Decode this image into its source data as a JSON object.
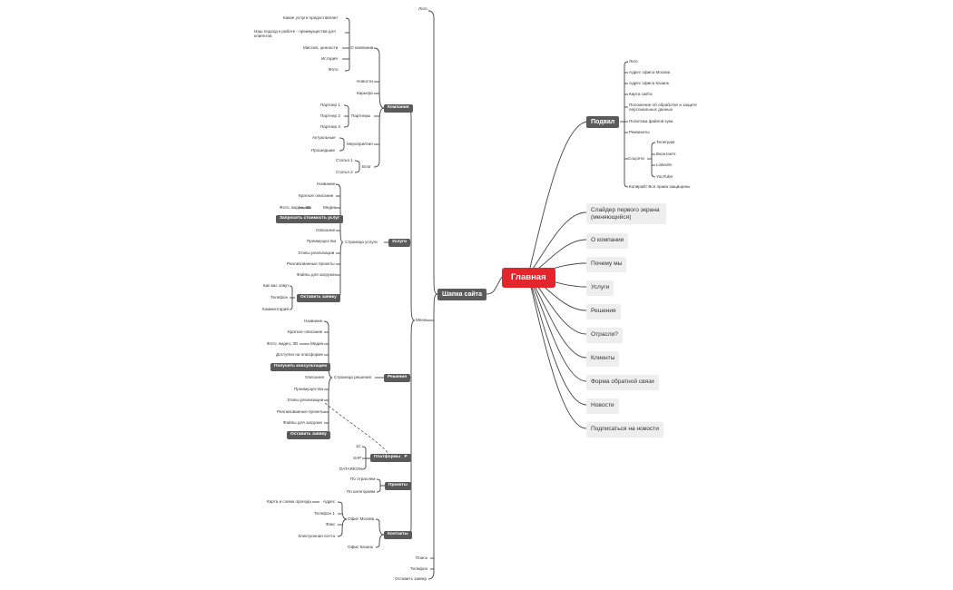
{
  "root": "Главная",
  "header": {
    "label": "Шапка сайта",
    "items": {
      "logo": "Лого",
      "menu": "Меню",
      "search": "Поиск",
      "phone": "Телефон",
      "leave_request": "Оставить заявку"
    },
    "company": {
      "label": "Компания",
      "about": {
        "label": "О компании",
        "items": [
          "Какие услуги предоставляет",
          "Наш подход к работе - преимущества для клиентов",
          "Миссия, ценности",
          "История",
          "Фото"
        ]
      },
      "news": "Новости",
      "career": "Карьера",
      "partners": {
        "label": "Партнеры",
        "items": [
          "Партнер 1",
          "Партнер 2",
          "Партнер 3"
        ]
      },
      "events": {
        "label": "Мероприятия",
        "items": [
          "Актуальные",
          "Прошедшие"
        ]
      },
      "blog": {
        "label": "Блог",
        "items": [
          "Статья 1",
          "Статья 2"
        ]
      }
    },
    "services": {
      "label": "Услуги",
      "page": {
        "label": "Страница услуги",
        "name": "Название",
        "short": "Краткое описание",
        "media": "Медиа",
        "media_sub": "Фото, видео, 3D",
        "cta": "Запросить стоимость услуг",
        "desc": "Описание",
        "adv": "Преимущества",
        "stages": "Этапы реализации",
        "projects": "Реализованные проекты",
        "files": "Файлы для загрузки",
        "request": {
          "label": "Оставить заявку",
          "items": [
            "Как вас зовут",
            "Телефон",
            "Комментарий"
          ]
        }
      }
    },
    "solutions": {
      "label": "Решения",
      "page": {
        "label": "Страница решения",
        "name": "Название",
        "short": "Краткое описание",
        "media": "Медиа",
        "media_sub": "Фото, видео, 3D",
        "platform": "Доступно на платформе",
        "consult": "Получить консультацию",
        "desc": "Описание",
        "adv": "Преимущества",
        "stages": "Этапы реализации",
        "projects": "Реализованные проекты",
        "files": "Файлы для загрузки",
        "request": "Оставить заявку"
      }
    },
    "platforms": {
      "label": "Платформы",
      "marker": "P",
      "items": [
        "1С",
        "SAP",
        "DATAREON"
      ]
    },
    "projects": {
      "label": "Проекты",
      "items": [
        "По отраслям",
        "По категориям"
      ]
    },
    "contacts": {
      "label": "Контакты",
      "moscow": {
        "label": "Офис Москва",
        "address": "Адрес",
        "map": "Карта и схема проезда",
        "items": [
          "Телефон 1",
          "Факс",
          "Электронная почта"
        ]
      },
      "kazan": "Офис Казань"
    }
  },
  "footer": {
    "label": "Подвал",
    "items": [
      "Лого",
      "Адрес офиса Москва",
      "Адрес офиса Казань",
      "Карта сайта",
      "Положение об обработке и защите персональных данных",
      "Политика файлов куки",
      "Реквизиты"
    ],
    "social": {
      "label": "Соцсети",
      "items": [
        "Телеграм",
        "Вконтакте",
        "LinkedIn",
        "YouTube"
      ]
    },
    "copyright": "Копирайт Все права защищены"
  },
  "sections": [
    "Слайдер первого экрана (меняющийся)",
    "О компании",
    "Почему мы",
    "Услуги",
    "Решения",
    "Отрасли?",
    "Клиенты",
    "Форма обратной связи",
    "Новости",
    "Подписаться на новости"
  ],
  "colors": {
    "root": "#e2262c",
    "dark_node": "#5a5a5a",
    "light_node": "#eeeeee",
    "line": "#444444"
  }
}
